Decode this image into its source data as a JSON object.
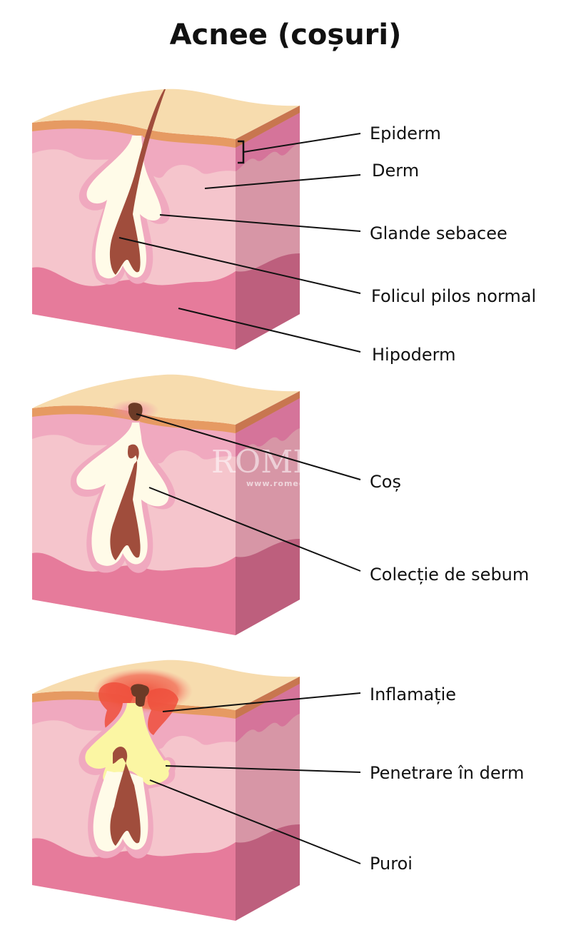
{
  "title": "Acnee (coșuri)",
  "watermark": {
    "brand": "ROMEDIC",
    "url": "www.romedic.ro"
  },
  "colors": {
    "stratum_top": "#f7dcae",
    "epidermis_band": "#e69a62",
    "epidermis": "#f0a9bf",
    "dermis": "#f5c5cc",
    "hypodermis": "#e67b9b",
    "side_face": "#d796a6",
    "side_hypo": "#bd5f7d",
    "hair": "#a04d3c",
    "sebum": "#fffbe8",
    "pus": "#fbf6a3",
    "inflammation": "#ef4f3c",
    "plug": "#6b3a26"
  },
  "panels": [
    {
      "name": "normal-skin",
      "labels": [
        {
          "text": "Epiderm"
        },
        {
          "text": "Derm"
        },
        {
          "text": "Glande sebacee"
        },
        {
          "text": "Folicul pilos normal"
        },
        {
          "text": "Hipoderm"
        }
      ]
    },
    {
      "name": "comedone",
      "labels": [
        {
          "text": "Coș"
        },
        {
          "text": "Colecție de sebum"
        }
      ]
    },
    {
      "name": "inflamed-pimple",
      "labels": [
        {
          "text": "Inflamație"
        },
        {
          "text": "Penetrare în derm"
        },
        {
          "text": "Puroi"
        }
      ]
    }
  ]
}
